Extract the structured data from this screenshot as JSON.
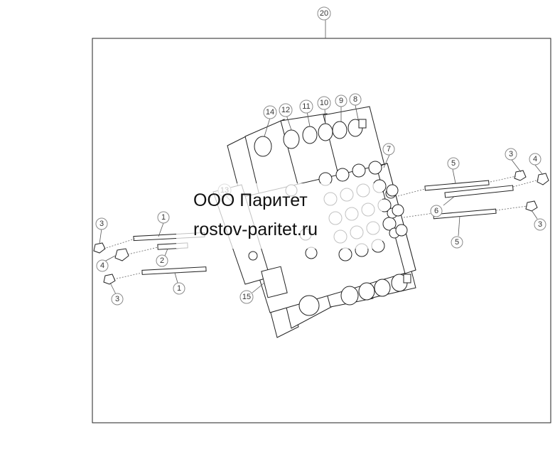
{
  "watermark": {
    "line1": "ООО Паритет",
    "line2": "rostov-paritet.ru"
  },
  "callouts": {
    "assembly": "20",
    "c1_top": "1",
    "c1_bottom": "1",
    "c2": "2",
    "c3_left_top": "3",
    "c3_left_bottom": "3",
    "c3_right_top": "3",
    "c3_right_bottom": "3",
    "c4_left": "4",
    "c4_right": "4",
    "c5_top": "5",
    "c5_bottom": "5",
    "c6": "6",
    "c7": "7",
    "c8": "8",
    "c9": "9",
    "c10": "10",
    "c11": "11",
    "c12": "12",
    "c13": "13",
    "c14": "14",
    "c15": "15"
  }
}
